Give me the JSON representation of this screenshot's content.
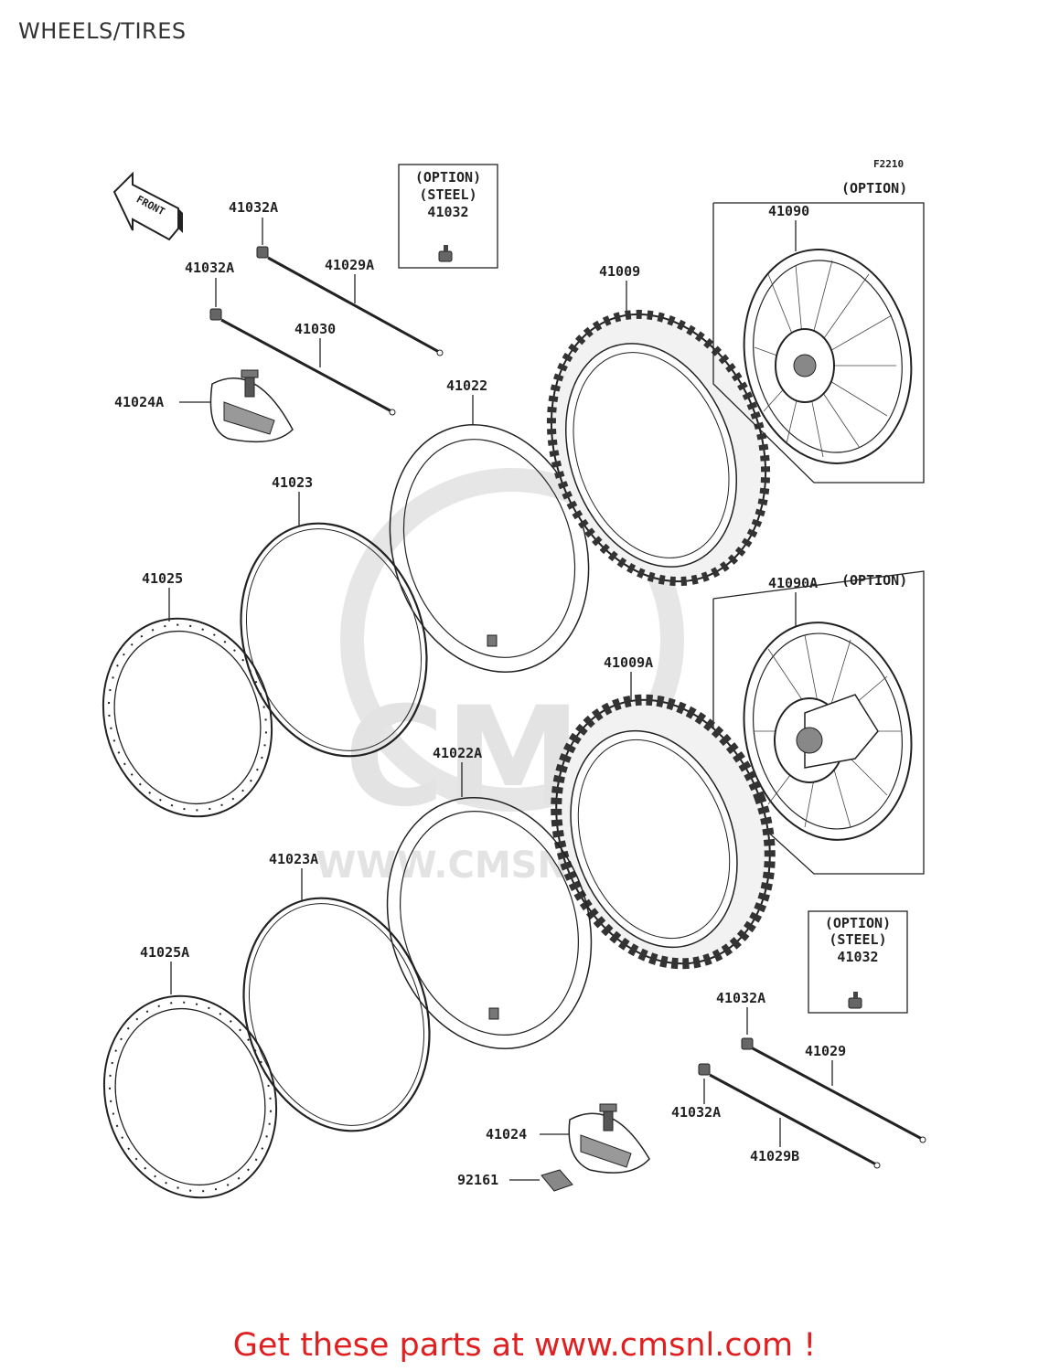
{
  "title": "WHEELS/TIRES",
  "figure_code": "F2210",
  "front_label": "FRONT",
  "watermark": {
    "name": "CMS",
    "url": "WWW.CMSNL.COM"
  },
  "option_boxes": [
    {
      "line1": "(OPTION)",
      "line2": "(STEEL)",
      "part": "41032"
    },
    {
      "line1": "(OPTION)",
      "line2": "(STEEL)",
      "part": "41032"
    }
  ],
  "option_labels": [
    "(OPTION)",
    "(OPTION)"
  ],
  "parts": {
    "p41032A_a": "41032A",
    "p41032A_b": "41032A",
    "p41032A_c": "41032A",
    "p41032A_d": "41032A",
    "p41029A": "41029A",
    "p41030": "41030",
    "p41024A": "41024A",
    "p41022": "41022",
    "p41023": "41023",
    "p41025": "41025",
    "p41009": "41009",
    "p41090": "41090",
    "p41090A": "41090A",
    "p41009A": "41009A",
    "p41022A": "41022A",
    "p41023A": "41023A",
    "p41025A": "41025A",
    "p41029": "41029",
    "p41029B": "41029B",
    "p41024": "41024",
    "p92161": "92161"
  },
  "cta": "Get these parts at www.cmsnl.com !"
}
